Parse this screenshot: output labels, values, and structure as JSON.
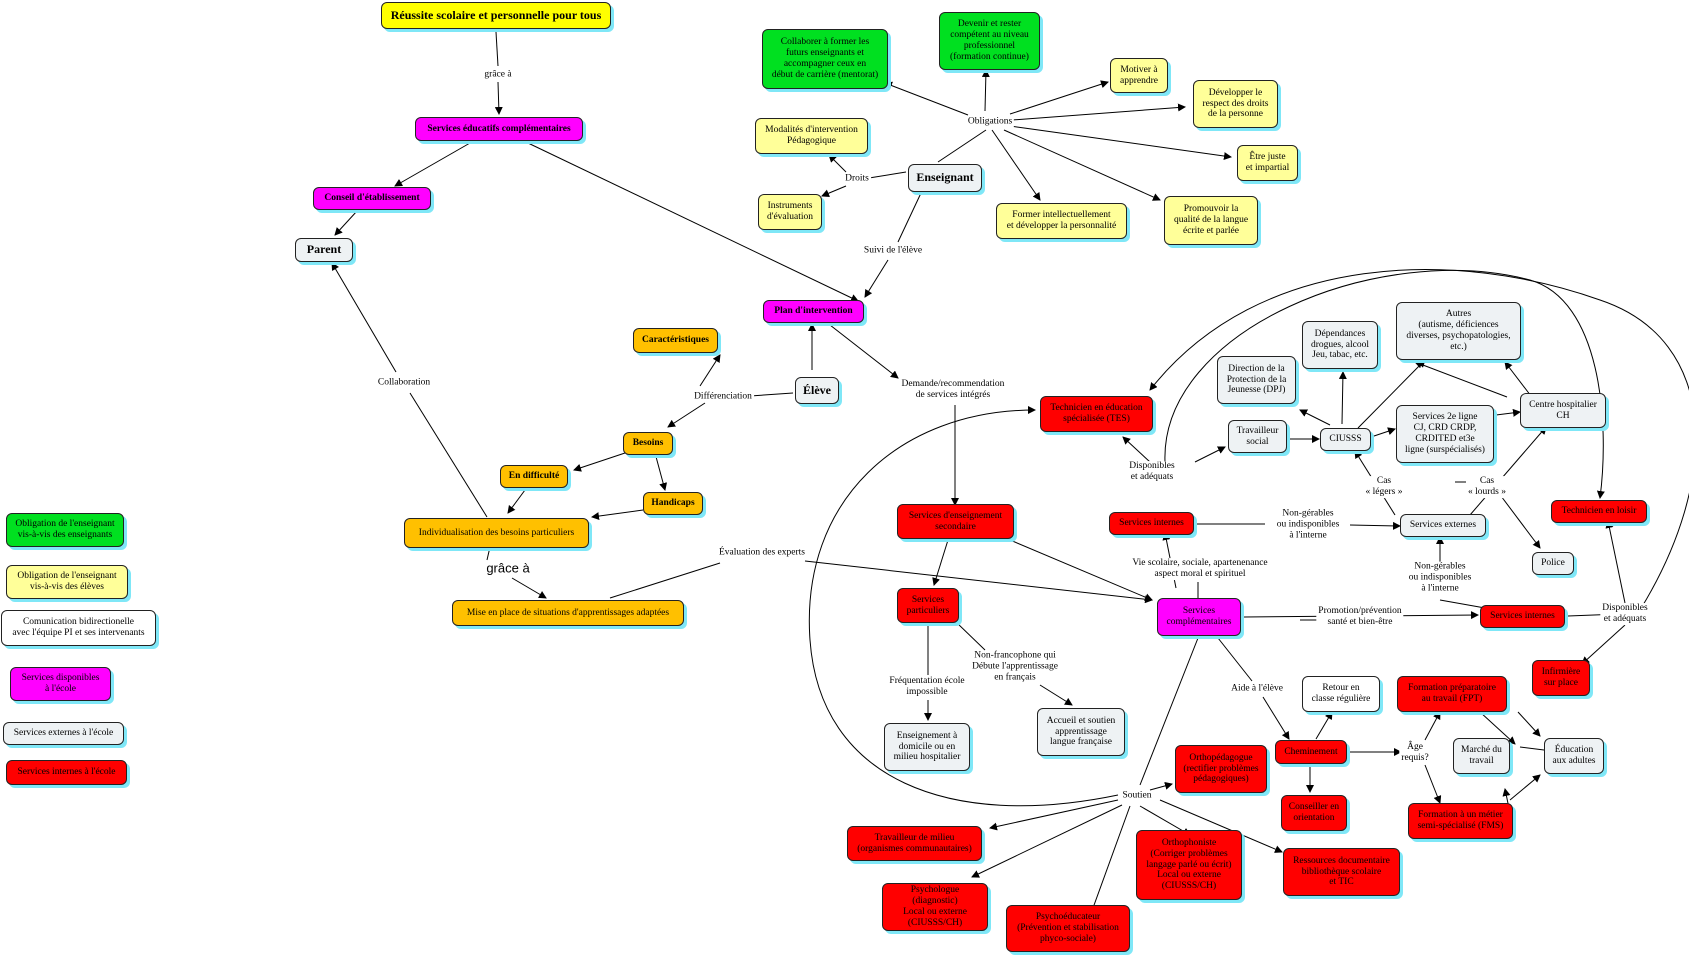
{
  "nodes": {
    "reussite": "Réussite scolaire et personnelle pour tous",
    "sec": "Services éducatifs complémentaires",
    "conseil": "Conseil d'établissement",
    "parent": "Parent",
    "plan": "Plan d'intervention",
    "caracteristiques": "Caractéristiques",
    "eleve": "Élève",
    "besoins": "Besoins",
    "difficulte": "En difficulté",
    "handicaps": "Handicaps",
    "individualisation": "Individualisation des besoins particuliers",
    "miseenplace": "Mise en place de situations d'apprentissages adaptées",
    "collaborer": "Collaborer à former les\nfuturs enseignants et\naccompagner ceux en\ndébut de carrière (mentorat)",
    "devenir": "Devenir et rester\ncompétent au niveau\nprofessionnel\n(formation continue)",
    "motiver": "Motiver à\napprendre",
    "developper": "Développer le\nrespect des droits\nde la personne",
    "juste": "Être juste\net impartial",
    "promouvoir": "Promouvoir la\nqualité de la langue\nécrite et parlée",
    "former": "Former intellectuellement\net développer la personnalité",
    "modalites": "Modalités d'intervention\nPédagogique",
    "instruments": "Instruments\nd'évaluation",
    "enseignant": "Enseignant",
    "tes": "Technicien en éducation\nspécialisée (TES)",
    "sesecondaire": "Services d'enseignement\nsecondaire",
    "particuliers": "Services\nparticuliers",
    "enseignementdomicile": "Enseignement à\ndomicile ou en\nmilieu hospitalier",
    "accueil": "Accueil et soutien\napprentissage\nlangue française",
    "internes1": "Services internes",
    "travailleur": "Travailleur\nsocial",
    "ciusss": "CIUSSS",
    "dpj": "Direction de la\nProtection de la\nJeunesse (DPJ)",
    "dependances": "Dépendances\ndrogues, alcool\nJeu, tabac, etc.",
    "autres": "Autres\n(autisme, déficiences\ndiverses, psychopatologies,\netc.)",
    "services2": "Services 2e ligne\nCJ, CRD CRDP,\nCRDITED et3e\nligne (surspécialisés)",
    "centrehosp": "Centre hospitalier\nCH",
    "externes": "Services externes",
    "police": "Police",
    "loisir": "Technicien en loisir",
    "complementaires": "Services\ncomplémentaires",
    "internes2": "Services internes",
    "infirmiere": "Infirmière\nsur place",
    "retour": "Retour en\nclasse régulière",
    "cheminement": "Cheminement",
    "conseiller": "Conseiller en\norientation",
    "fpt": "Formation préparatoire\nau travail (FPT)",
    "marche": "Marché du\ntravail",
    "educadultes": "Éducation\naux adultes",
    "fms": "Formation à un métier\nsemi-spécialisé (FMS)",
    "orthoped": "Orthopédagogue\n(rectifier problèmes\npédagogiques)",
    "travailleurmilieu": "Travailleur de milieu\n(organismes communautaires)",
    "orthophoniste": "Orthophoniste\n(Corriger problèmes\nlangage parlé ou écrit)\nLocal ou externe\n(CIUSSS/CH)",
    "ressources": "Ressources documentaire\nbibliothèque scolaire\net TIC",
    "psychologue": "Psychologue (diagnostic)\nLocal ou externe\n(CIUSSS/CH)",
    "psychoeducateur": "Psychoéducateur\n(Prévention et stabilisation\nphyco-sociale)"
  },
  "links": {
    "grace1": "grâce à",
    "obligations": "Obligations",
    "droits": "Droits",
    "suivi": "Suivi de l'élève",
    "collaboration": "Collaboration",
    "differenciation": "Différenciation",
    "demande": "Demande/recommendation\nde services intégrés",
    "grace2": "grâce à",
    "evaluation": "Évaluation des experts",
    "frequentation": "Fréquentation école\nimpossible",
    "nonfrancophone": "Non-francophone qui\nDébute l'apprentissage\nen français",
    "disponibles1": "Disponibles\net adéquats",
    "nongerables1": "Non-gérables\nou indisponibles\nà l'interne",
    "legers": "Cas\n« légers »",
    "lourds": "Cas\n« lourds »",
    "viescolaire": "Vie scolaire, sociale, apartenenance\naspect moral et spirituel",
    "nongerables2": "Non-gérables\nou indisponibles\nà l'interne",
    "promotion": "Promotion/prévention\nsanté et bien-être",
    "disponibles2": "Disponibles\net adéquats",
    "aide": "Aide à l'élève",
    "age": "Âge\nrequis?",
    "soutien": "Soutien"
  },
  "legend": {
    "green": "Obligation de l'enseignant\nvis-à-vis des enseignants",
    "pale": "Obligation de l'enseignant\nvis-à-vis des élèves",
    "white": "Comunication bidirectionelle\navec l'équipe PI et ses intervenants",
    "magenta": "Services disponibles\nà l'école",
    "grey": "Services externes à l'école",
    "red": "Services internes à l'école"
  },
  "colors": {
    "yellow": "#ffff00",
    "magenta": "#ff00ff",
    "green": "#00e020",
    "pale": "#ffff99",
    "gold": "#ffc000",
    "red": "#ff0000",
    "grey": "#eef2f4",
    "shadow": "#7fe7f7"
  }
}
